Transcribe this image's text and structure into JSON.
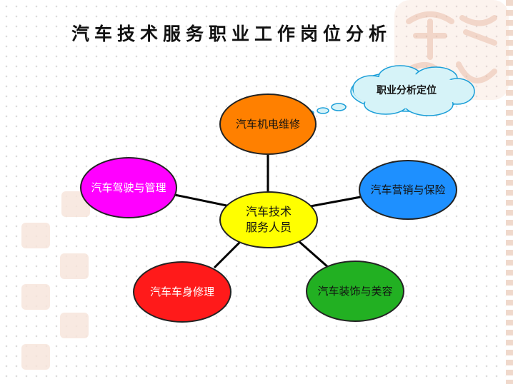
{
  "title": "汽车技术服务职业工作岗位分析",
  "callout": "职业分析定位",
  "center": {
    "line1": "汽车技术",
    "line2": "服务人员"
  },
  "nodes": {
    "top": "汽车机电维修",
    "right": "汽车营销与保险",
    "bottom_right": "汽车装饰与美容",
    "bottom_left": "汽车车身修理",
    "left": "汽车驾驶与管理"
  },
  "colors": {
    "center": "#ffff00",
    "top": "#ff8000",
    "right": "#1e90ff",
    "bottom_right": "#22b022",
    "bottom_left": "#ff1a1a",
    "left": "#ff00ff",
    "cloud": "#d6f3f8"
  }
}
